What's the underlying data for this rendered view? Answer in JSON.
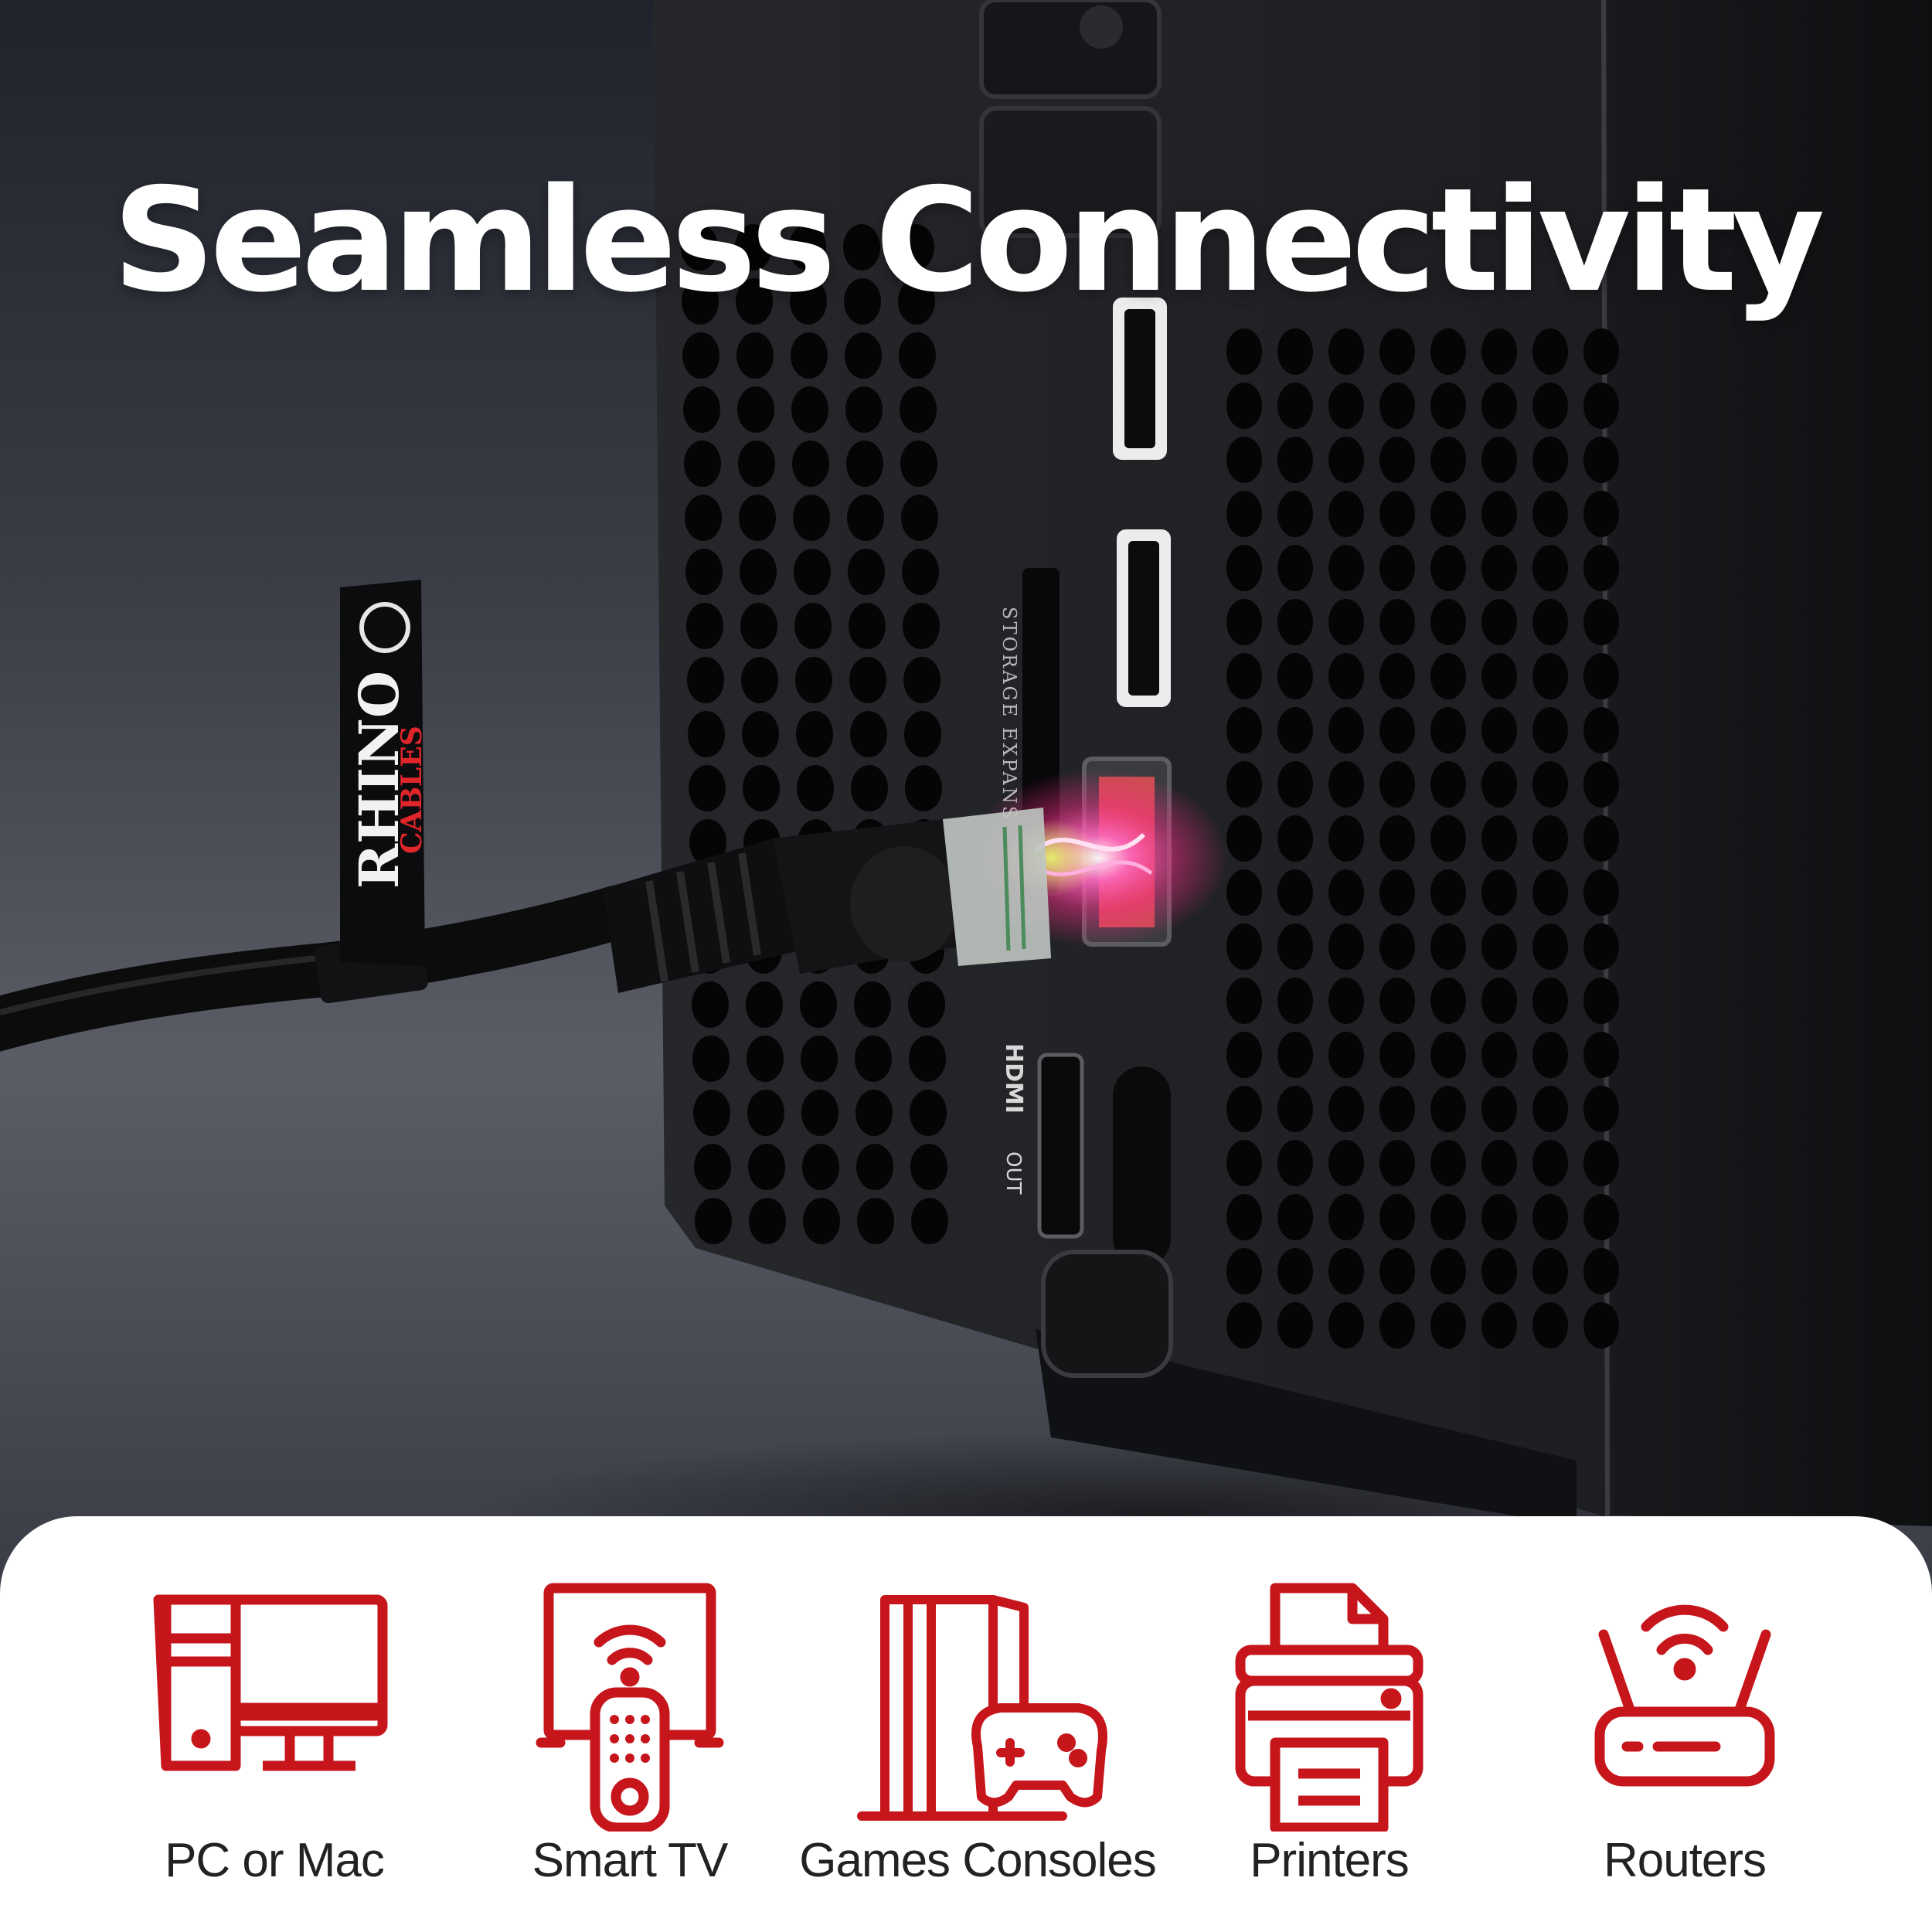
{
  "headline": "Seamless Connectivity",
  "cable_tag": {
    "brand_line1": "RHINO",
    "brand_line2": "CABLES"
  },
  "console_labels": {
    "storage": "STORAGE EXPANS",
    "hdmi": "HDMI",
    "hdmi_out": "OUT"
  },
  "devices": [
    {
      "label": "PC or Mac",
      "icon": "desktop-computer-icon"
    },
    {
      "label": "Smart TV",
      "icon": "smart-tv-remote-icon"
    },
    {
      "label": "Games Consoles",
      "icon": "games-console-icon"
    },
    {
      "label": "Printers",
      "icon": "printer-icon"
    },
    {
      "label": "Routers",
      "icon": "wifi-router-icon"
    }
  ],
  "colors": {
    "icon_red": "#c6161c",
    "panel": "#ffffff",
    "headline": "#ffffff",
    "glow": "#ff3fa0"
  }
}
